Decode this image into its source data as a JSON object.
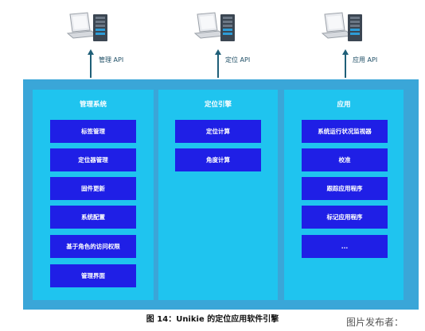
{
  "top": {
    "clients": [
      {
        "label": "管理 API"
      },
      {
        "label": "定位 API"
      },
      {
        "label": "应用 API"
      }
    ]
  },
  "columns": [
    {
      "title": "管理系统",
      "items": [
        "标签管理",
        "定位器管理",
        "固件更新",
        "系统配置",
        "基于角色的访问权限",
        "管理界面"
      ]
    },
    {
      "title": "定位引擎",
      "items": [
        "定位计算",
        "角度计算"
      ]
    },
    {
      "title": "应用",
      "items": [
        "系统运行状况监视器",
        "校准",
        "跟踪应用程序",
        "标记应用程序",
        "..."
      ]
    }
  ],
  "caption": "图 14：Unikie 的定位应用软件引擎",
  "publisher": "图片发布者：",
  "colors": {
    "platform": "#3aa6d8",
    "column": "#1fc4ef",
    "item": "#1f1fe6",
    "arrow": "#1f5f78"
  }
}
